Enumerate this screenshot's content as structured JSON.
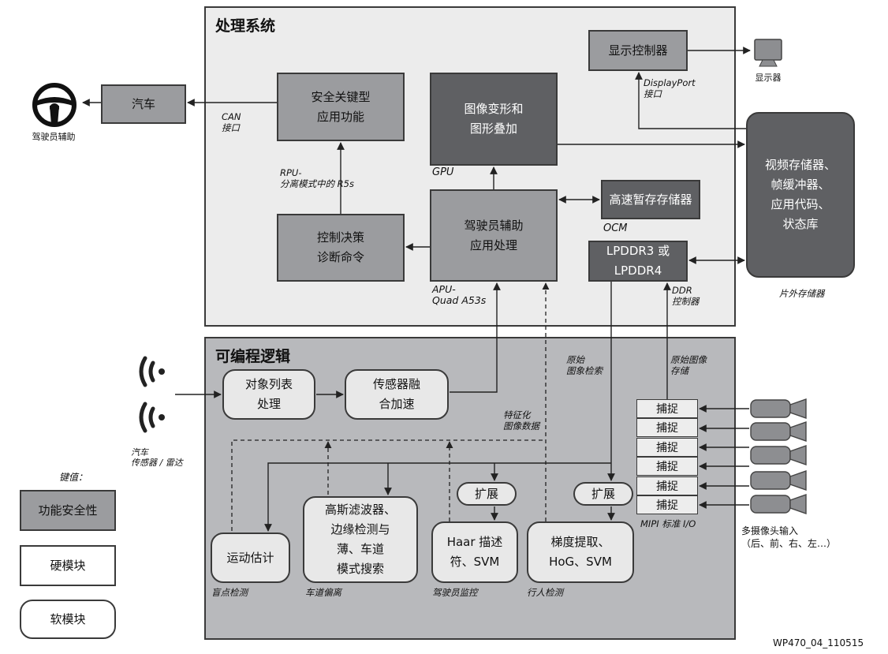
{
  "regions": {
    "processing_system": "处理系统",
    "programmable_logic": "可编程逻辑"
  },
  "blocks": {
    "display_controller": "显示控制器",
    "car": "汽车",
    "safety_critical": "安全关键型\n应用功能",
    "image_warp": "图像变形和\n图形叠加",
    "scratchpad": "高速暂存存储器",
    "control_decision": "控制决策\n诊断命令",
    "driver_assist_proc": "驾驶员辅助\n应用处理",
    "lpddr": "LPDDR3 或\nLPDDR4",
    "offchip_memory": "视频存储器、\n帧缓冲器、\n应用代码、\n状态库",
    "object_list": "对象列表\n处理",
    "sensor_fusion": "传感器融\n合加速",
    "motion_estimate": "运动估计",
    "gauss_filter": "高斯滤波器、\n边缘检测与\n薄、车道\n模式搜索",
    "expand_1": "扩展",
    "haar_svm": "Haar 描述\n符、SVM",
    "expand_2": "扩展",
    "hog_svm": "梯度提取、\nHoG、SVM"
  },
  "capture_cells": [
    "捕捉",
    "捕捉",
    "捕捉",
    "捕捉",
    "捕捉",
    "捕捉"
  ],
  "labels": {
    "monitor": "显示器",
    "steering": "驾驶员辅助",
    "can_if": "CAN\n接口",
    "displayport_if": "DisplayPort\n接口",
    "rpu": "RPU-\n分离模式中的 R5s",
    "gpu": "GPU",
    "ocm": "OCM",
    "apu": "APU-\nQuad A53s",
    "ddr_ctrl": "DDR\n控制器",
    "offchip": "片外存储器",
    "raw_retrieval": "原始\n图象检索",
    "raw_storage": "原始图像\n存储",
    "feature_data": "特征化\n图像数据",
    "mipi": "MIPI 标准 I/O",
    "camera_input": "多摄像头输入\n（后、前、右、左…）",
    "car_sensor": "汽车\n传感器 / 雷达",
    "blind_spot": "盲点检测",
    "lane_departure": "车道偏离",
    "driver_monitor": "驾驶员监控",
    "pedestrian": "行人检测",
    "figure_id": "WP470_04_110515"
  },
  "legend": {
    "title": "键值：",
    "functional_safety": "功能安全性",
    "hard_module": "硬模块",
    "soft_module": "软模块"
  },
  "colors": {
    "ps_fill": "#ececec",
    "pl_fill": "#b8b9bc",
    "hard_mid": "#9b9c9f",
    "hard_dark": "#5f6063",
    "soft": "#e8e8e8"
  }
}
